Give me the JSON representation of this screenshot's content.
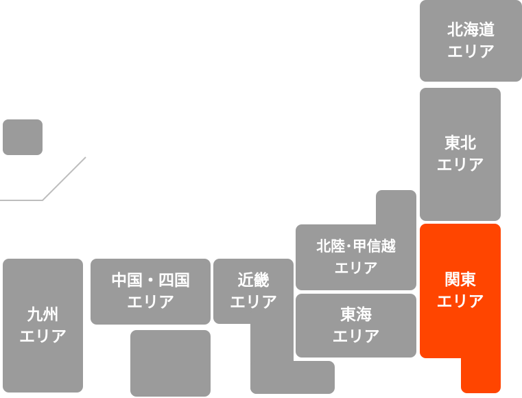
{
  "map": {
    "regions": [
      {
        "id": "hokkaido",
        "label": "北海道\nエリア",
        "selected": false
      },
      {
        "id": "tohoku",
        "label": "東北\nエリア",
        "selected": false
      },
      {
        "id": "kanto",
        "label": "関東\nエリア",
        "selected": true
      },
      {
        "id": "hokuriku",
        "label": "北陸･甲信越\nエリア",
        "selected": false
      },
      {
        "id": "tokai",
        "label": "東海\nエリア",
        "selected": false
      },
      {
        "id": "kinki",
        "label": "近畿\nエリア",
        "selected": false
      },
      {
        "id": "chugoku",
        "label": "中国・四国\nエリア",
        "selected": false
      },
      {
        "id": "kyushu",
        "label": "九州\nエリア",
        "selected": false
      },
      {
        "id": "okinawa",
        "label": "",
        "selected": false
      }
    ]
  },
  "colors": {
    "region": "#9b9b9b",
    "selected": "#ff4500",
    "label": "#ffffff",
    "separator": "#bdbdbd"
  }
}
